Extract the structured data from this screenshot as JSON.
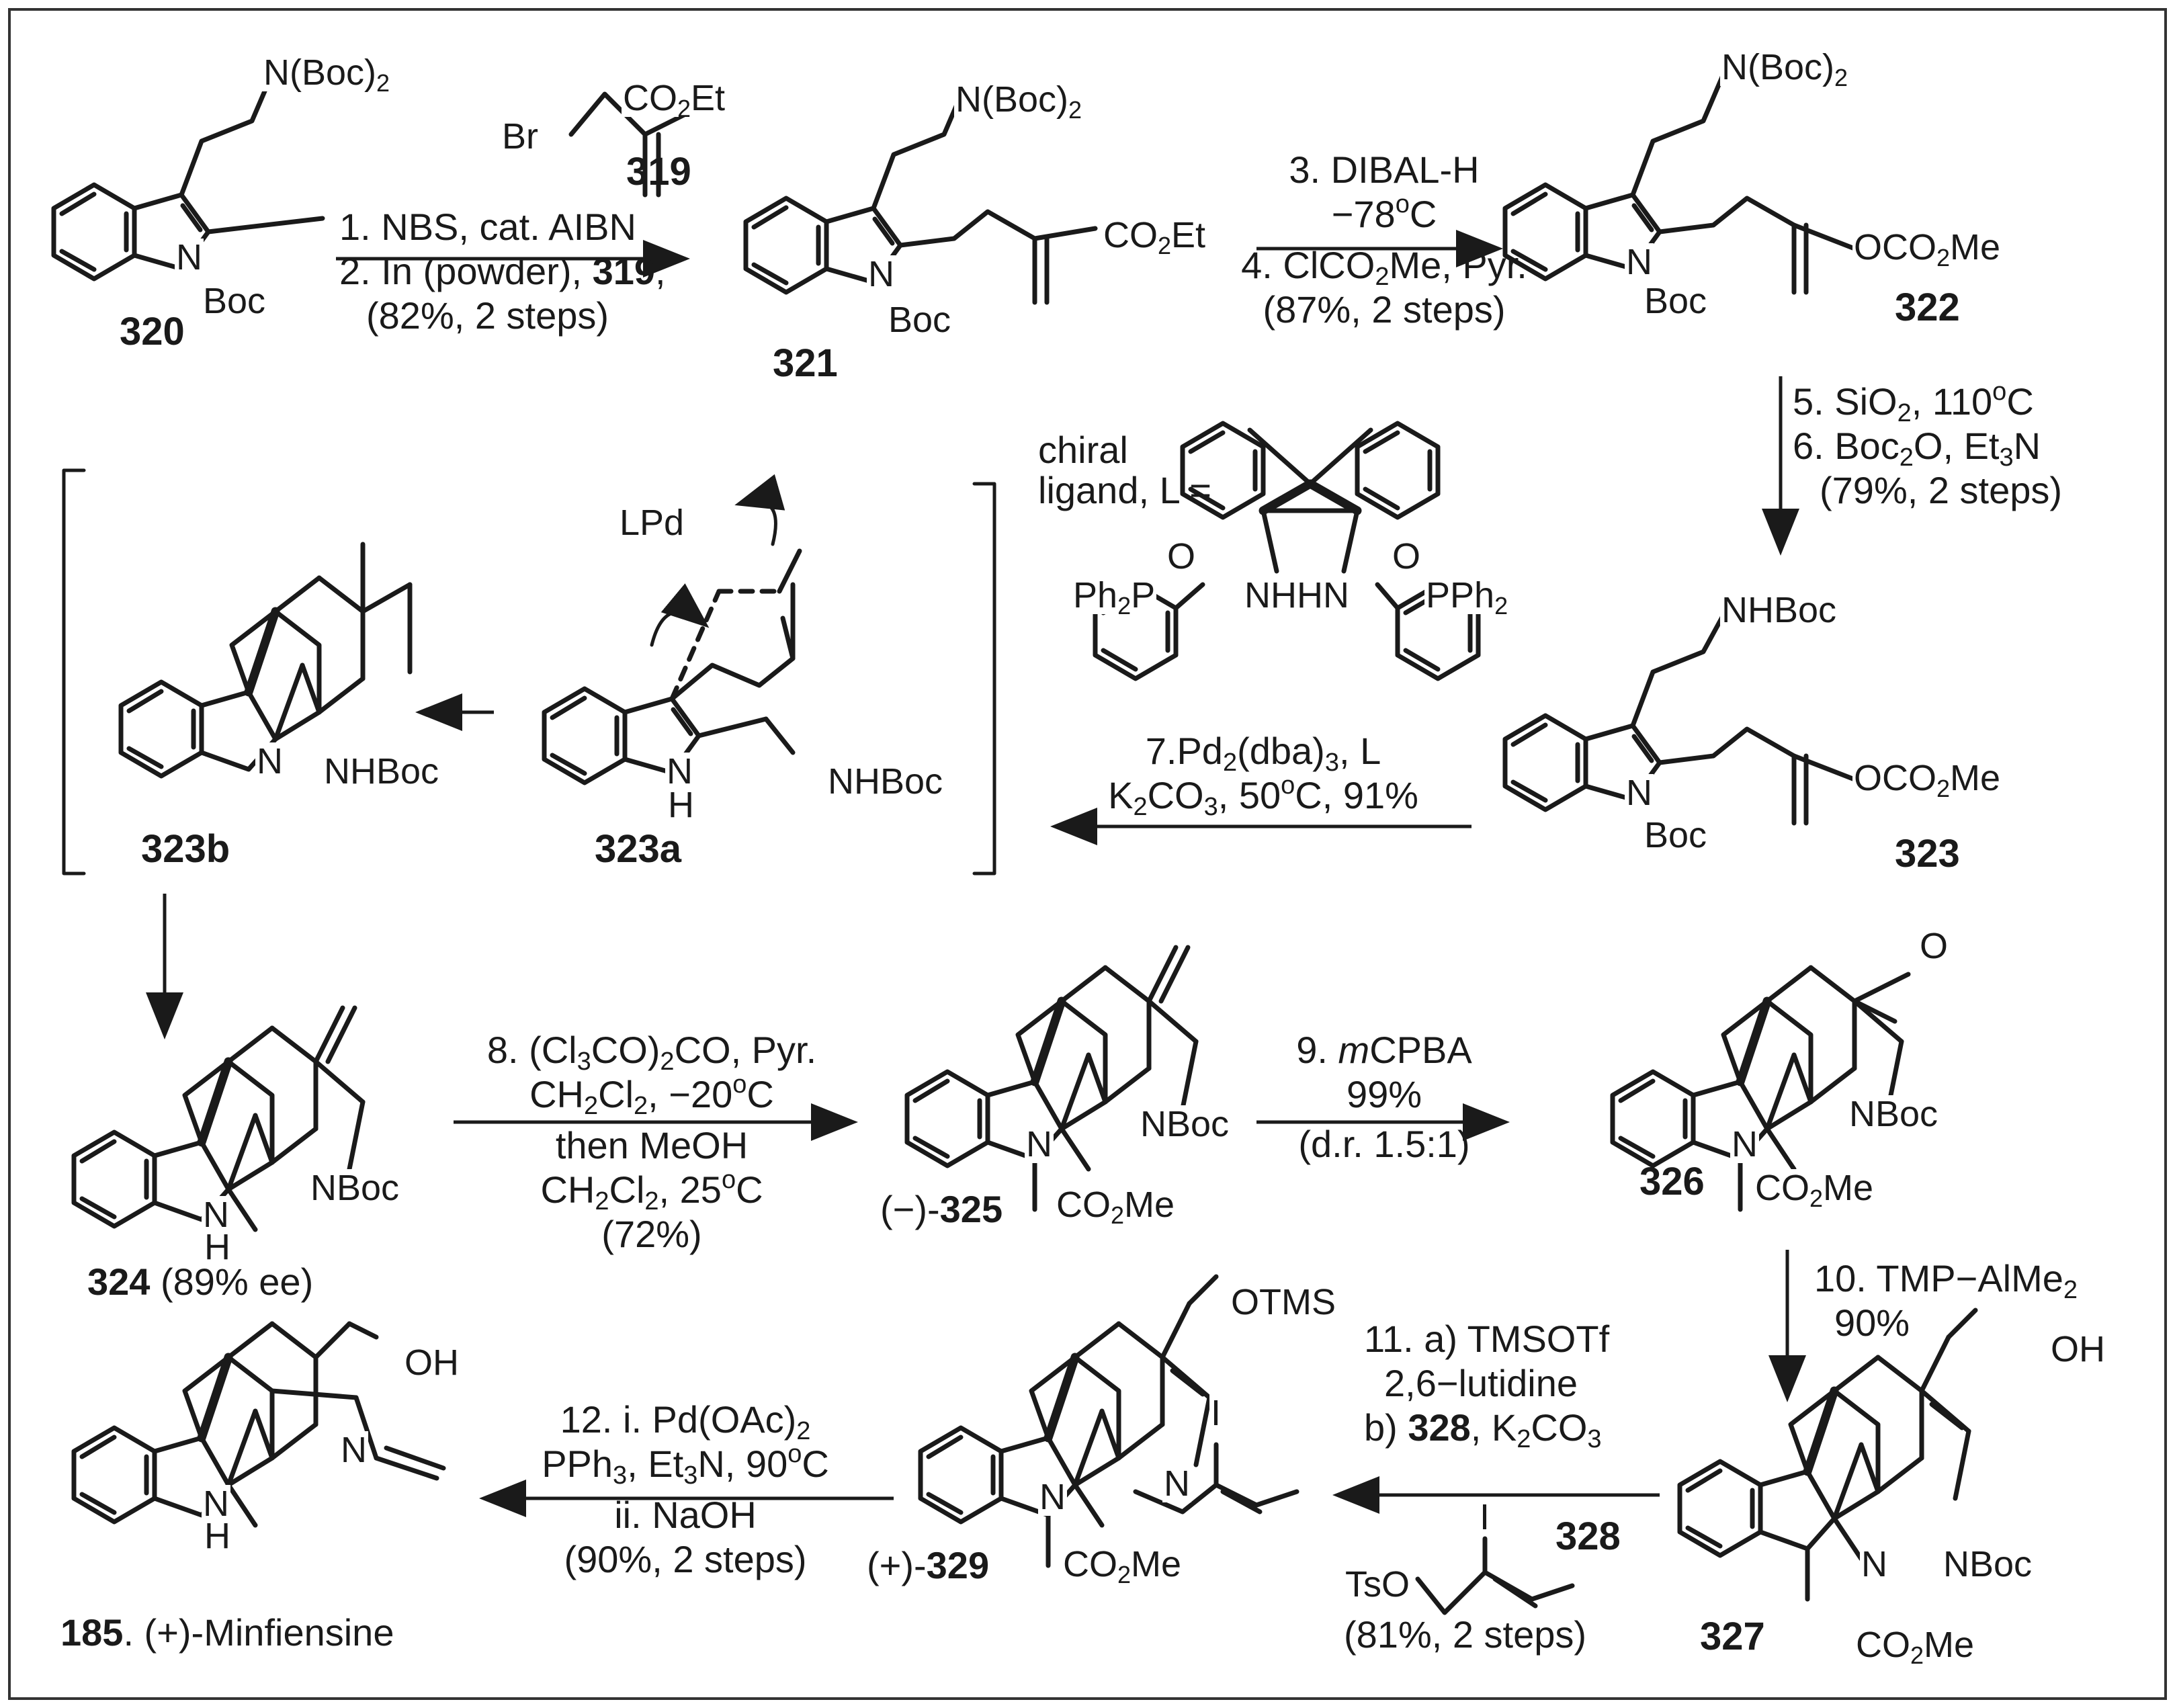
{
  "compounds": {
    "c320": {
      "number": "320",
      "groups": {
        "nboc2": "N(Boc)2",
        "n": "N",
        "boc": "Boc"
      }
    },
    "c319": {
      "number": "319",
      "groups": {
        "br": "Br",
        "co2et": "CO2Et"
      }
    },
    "c321": {
      "number": "321",
      "groups": {
        "nboc2": "N(Boc)2",
        "n": "N",
        "boc": "Boc",
        "co2et": "CO2Et"
      }
    },
    "c322": {
      "number": "322",
      "groups": {
        "nboc2": "N(Boc)2",
        "n": "N",
        "boc": "Boc",
        "oco2me": "OCO2Me"
      }
    },
    "c323": {
      "number": "323",
      "groups": {
        "nhboc": "NHBoc",
        "n": "N",
        "boc": "Boc",
        "oco2me": "OCO2Me"
      }
    },
    "c323a": {
      "number": "323a",
      "groups": {
        "lpd": "LPd",
        "nh_n": "N",
        "nh_h": "H",
        "nhboc": "NHBoc"
      }
    },
    "c323b": {
      "number": "323b",
      "groups": {
        "n": "N",
        "nhboc": "NHBoc"
      }
    },
    "c324": {
      "number": "324",
      "note": "(89% ee)",
      "groups": {
        "nh_n": "N",
        "nh_h": "H",
        "nboc": "NBoc"
      }
    },
    "c325": {
      "prefix": "(−)-",
      "number": "325",
      "groups": {
        "n": "N",
        "nboc": "NBoc",
        "co2me": "CO2Me"
      }
    },
    "c326": {
      "number": "326",
      "groups": {
        "o": "O",
        "n": "N",
        "nboc": "NBoc",
        "co2me": "CO2Me"
      }
    },
    "c327": {
      "number": "327",
      "groups": {
        "oh": "OH",
        "n": "N",
        "nboc": "NBoc",
        "co2me": "CO2Me"
      }
    },
    "c328": {
      "number": "328",
      "groups": {
        "tso": "TsO",
        "i": "I"
      }
    },
    "c329": {
      "prefix": "(+)-",
      "number": "329",
      "groups": {
        "otms": "OTMS",
        "n": "N",
        "n2": "N",
        "i": "I",
        "co2me": "CO2Me"
      }
    },
    "c185": {
      "number": "185",
      "suffix": ". (+)-Minfiensine",
      "groups": {
        "oh": "OH",
        "n": "N",
        "nh_n": "N",
        "nh_h": "H"
      }
    }
  },
  "ligand": {
    "label_line1": "chiral",
    "label_line2": "ligand, L =",
    "groups": {
      "pph2_left": "Ph2P",
      "pph2_right": "PPh2",
      "o_left": "O",
      "o_right": "O",
      "nh_pair": "NHHN"
    }
  },
  "steps": {
    "s1": {
      "line1": "1. NBS, cat. AIBN",
      "line2": "2. In (powder), 319,",
      "line3": "(82%, 2 steps)"
    },
    "s3": {
      "line1": "3. DIBAL-H",
      "line2": "−78°C",
      "line3": "4. ClCO2Me, Pyr.",
      "line4": "(87%, 2 steps)"
    },
    "s5": {
      "line1": "5. SiO2, 110°C",
      "line2": "6. Boc2O, Et3N",
      "line3": "(79%, 2 steps)"
    },
    "s7": {
      "line1": "7.Pd2(dba)3, L",
      "line2": "K2CO3, 50°C, 91%"
    },
    "s8": {
      "line1": "8. (Cl3CO)2CO, Pyr.",
      "line2": "CH2Cl2, −20°C",
      "line3": "then MeOH",
      "line4": "CH2Cl2, 25°C",
      "line5": "(72%)"
    },
    "s9": {
      "line1": "9. mCPBA",
      "line2": "99%",
      "line3": "(d.r. 1.5:1)"
    },
    "s10": {
      "line1": "10. TMP−AlMe2",
      "line2": "90%"
    },
    "s11": {
      "line1": "11. a) TMSOTf",
      "line2": "2,6−lutidine",
      "line3": "b) 328, K2CO3",
      "line4": "(81%, 2 steps)"
    },
    "s12": {
      "line1": "12. i. Pd(OAc)2",
      "line2": "PPh3, Et3N, 90°C",
      "line3": "ii. NaOH",
      "line4": "(90%, 2 steps)"
    }
  }
}
